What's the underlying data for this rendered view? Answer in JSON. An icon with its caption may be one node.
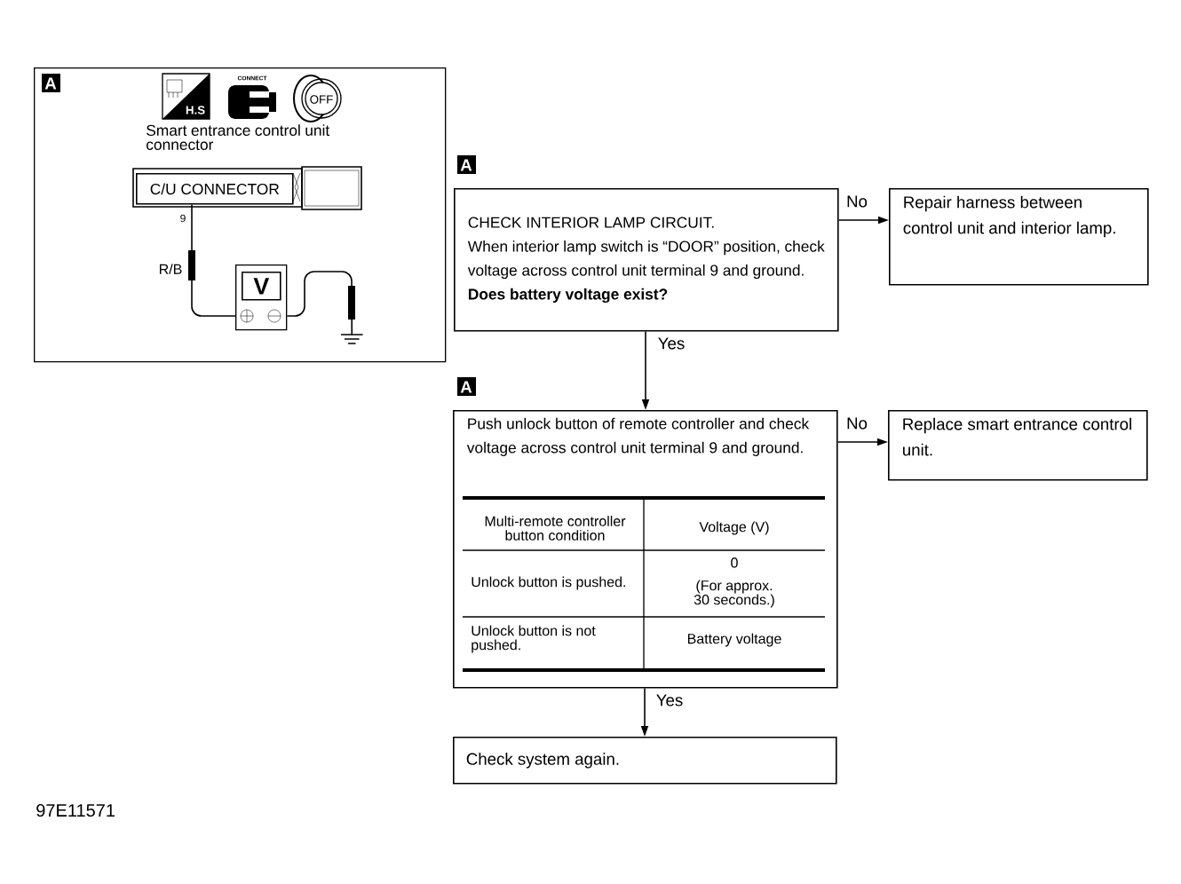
{
  "diagram": {
    "nodes": [
      {
        "text": [
          "Smart entrance control unit connector"
        ]
      },
      {
        "text": [
          "C/U CONNECTOR"
        ],
        "in": 0
      },
      {
        "text": [
          "V"
        ],
        "in": 0
      },
      {
        "text": [],
        "shape": "ground",
        "in": 0
      },
      {
        "text": [
          "CHECK INTERIOR LAMP CIRCUIT.",
          "When interior lamp switch is “DOOR” position, check voltage across control unit terminal 9 and ground.",
          "Does battery voltage exist?"
        ]
      },
      {
        "text": [
          "Repair harness between control unit and interior lamp."
        ]
      },
      {
        "text": [
          "Push unlock button of remote controller and check voltage across control unit terminal 9 and ground."
        ]
      },
      {
        "text": [
          "Replace smart entrance control unit."
        ]
      },
      {
        "text": [
          "Check system again."
        ]
      }
    ],
    "edges": [
      {
        "from": 1,
        "to": 2,
        "arrow": "none",
        "label": "R/B"
      },
      {
        "from": 2,
        "to": 3,
        "arrow": "none"
      },
      {
        "from": 4,
        "to": 5,
        "arrow": "to",
        "label": "No"
      },
      {
        "from": 4,
        "to": 6,
        "arrow": "to",
        "label": "Yes"
      },
      {
        "from": 6,
        "to": 7,
        "arrow": "to",
        "label": "No"
      },
      {
        "from": 6,
        "to": 8,
        "arrow": "to",
        "label": "Yes"
      }
    ],
    "labels": [
      "A",
      "H.S",
      "CONNECT",
      "OFF",
      "9",
      "A",
      "A",
      "Multi-remote controller button condition",
      "Voltage (V)",
      "Unlock button is pushed.",
      "0",
      "(For approx. 30 seconds.)",
      "Unlock button is not pushed.",
      "Battery voltage",
      "97E11571"
    ]
  }
}
